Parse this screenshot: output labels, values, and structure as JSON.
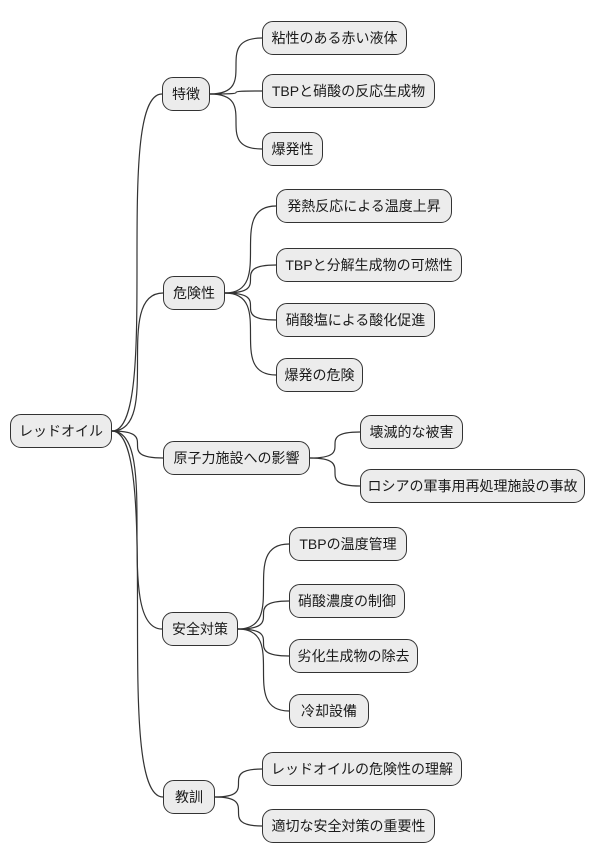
{
  "diagram": {
    "type": "mindmap",
    "root": {
      "label": "レッドオイル"
    },
    "branches": [
      {
        "label": "特徴",
        "children": [
          {
            "label": "粘性のある赤い液体"
          },
          {
            "label": "TBPと硝酸の反応生成物"
          },
          {
            "label": "爆発性"
          }
        ]
      },
      {
        "label": "危険性",
        "children": [
          {
            "label": "発熱反応による温度上昇"
          },
          {
            "label": "TBPと分解生成物の可燃性"
          },
          {
            "label": "硝酸塩による酸化促進"
          },
          {
            "label": "爆発の危険"
          }
        ]
      },
      {
        "label": "原子力施設への影響",
        "children": [
          {
            "label": "壊滅的な被害"
          },
          {
            "label": "ロシアの軍事用再処理施設の事故"
          }
        ]
      },
      {
        "label": "安全対策",
        "children": [
          {
            "label": "TBPの温度管理"
          },
          {
            "label": "硝酸濃度の制御"
          },
          {
            "label": "劣化生成物の除去"
          },
          {
            "label": "冷却設備"
          }
        ]
      },
      {
        "label": "教訓",
        "children": [
          {
            "label": "レッドオイルの危険性の理解"
          },
          {
            "label": "適切な安全対策の重要性"
          }
        ]
      }
    ],
    "colors": {
      "background": "#ffffff",
      "node_fill": "#ececec",
      "node_border": "#333333",
      "edge": "#333333",
      "text": "#1a1a1a"
    }
  }
}
